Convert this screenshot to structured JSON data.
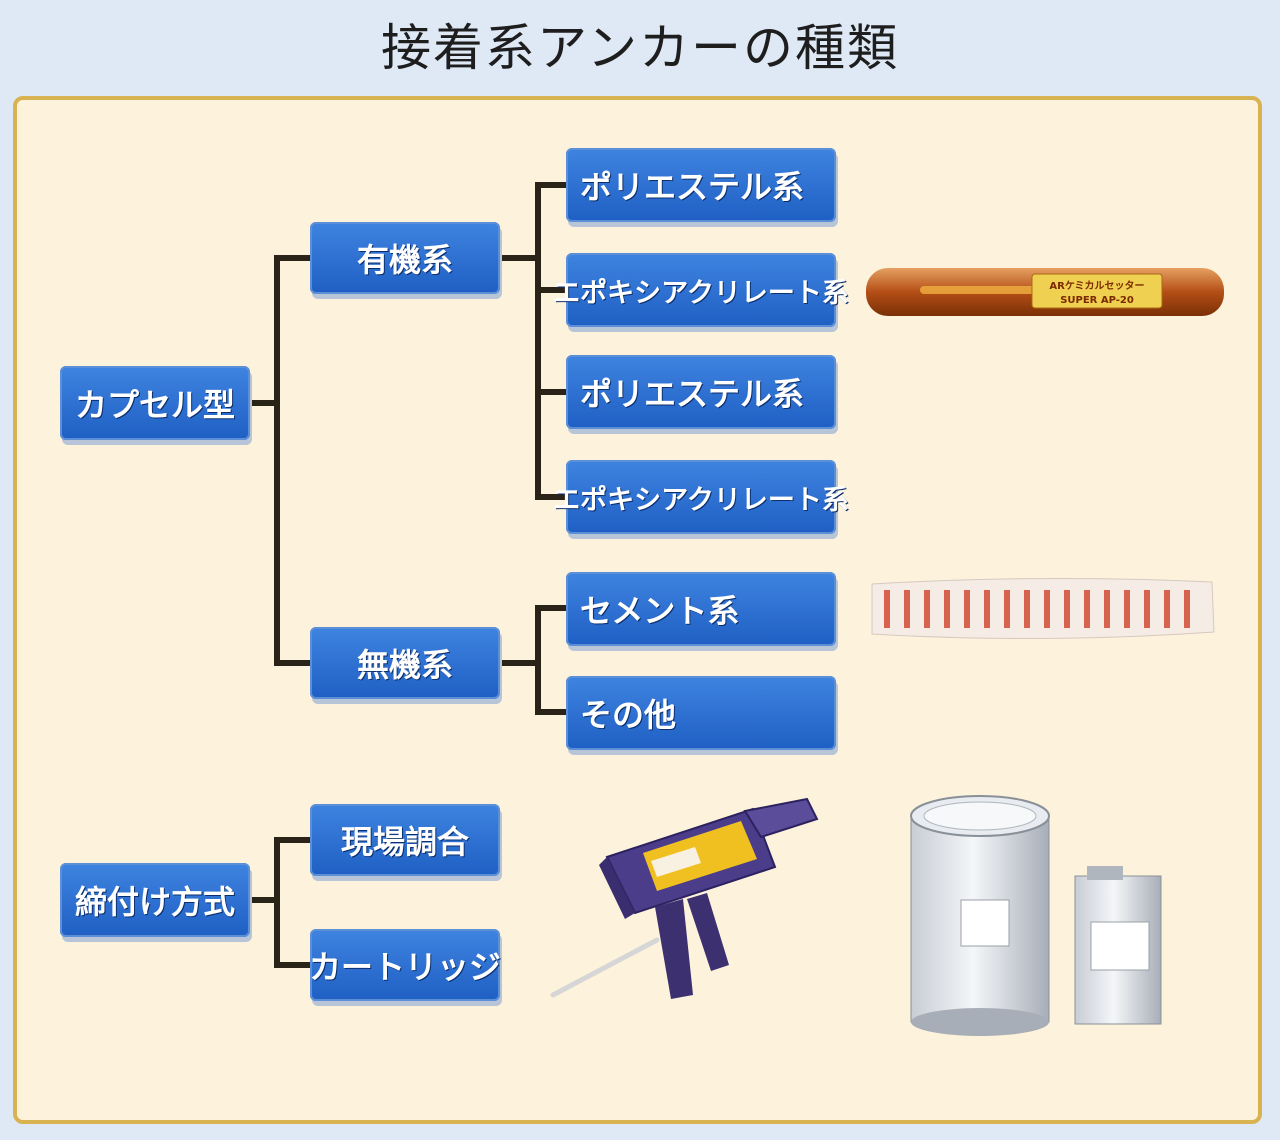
{
  "title": "接着系アンカーの種類",
  "tree": {
    "capsule": "カプセル型",
    "organic": "有機系",
    "inorganic": "無機系",
    "leaves": {
      "polyester_1": "ポリエステル系",
      "epoxy_1": "エポキシアクリレート系",
      "polyester_2": "ポリエステル系",
      "epoxy_2": "エポキシアクリレート系",
      "cement": "セメント系",
      "other": "その他"
    },
    "fastening": "締付け方式",
    "onsite": "現場調合",
    "cartridge": "カートリッジ"
  },
  "products": {
    "capsule_label": "ARケミカルセッター",
    "capsule_model": "SUPER AP-20"
  },
  "icons": {
    "capsule_photo": "resin-capsule-photo",
    "cement_photo": "cement-capsule-photo",
    "gun_photo": "dispenser-gun-photo",
    "can_photo": "paint-can-photo"
  },
  "colors": {
    "box_blue": "#2a6fd6",
    "panel": "#fdf3dc",
    "border": "#d9b352",
    "connector": "#2a2418"
  }
}
